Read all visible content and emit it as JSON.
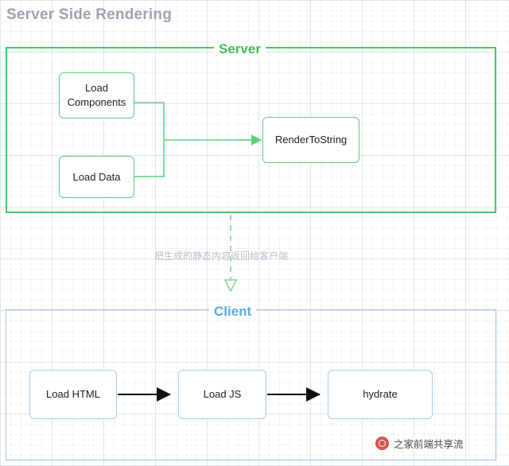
{
  "title": "Server Side Rendering",
  "regions": [
    {
      "key": "server",
      "label": "Server",
      "color": "#3fbf5a"
    },
    {
      "key": "client",
      "label": "Client",
      "color": "#5aa9e6"
    }
  ],
  "nodes": {
    "load_components": "Load\nComponents",
    "load_data": "Load  Data",
    "render_to_string": "RenderToString",
    "load_html": "Load HTML",
    "load_js": "Load JS",
    "hydrate": "hydrate"
  },
  "annotations": {
    "transfer": "把生成的静态内容返回给客户端"
  },
  "watermark": {
    "text": "之家前端共享流"
  }
}
